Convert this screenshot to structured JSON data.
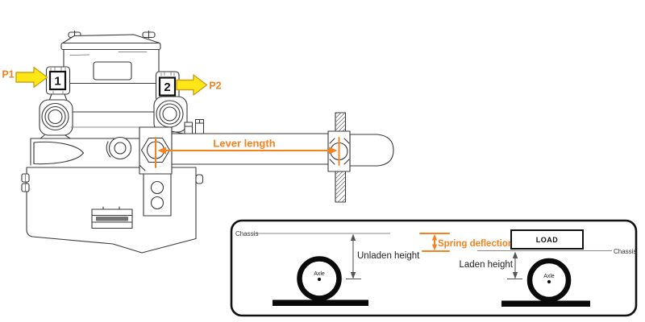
{
  "colors": {
    "accent_orange": "#F5821F",
    "arrow_yellow_fill": "#FFE715",
    "arrow_yellow_outline": "#C9A21C",
    "line_art": "#3a3a3a",
    "inset_border": "#111111"
  },
  "valve": {
    "p1_label": "P1",
    "p2_label": "P2",
    "port1_label": "1",
    "port2_label": "2",
    "lever_length_label": "Lever length"
  },
  "inset": {
    "unladen": {
      "chassis_label": "Chassis",
      "height_label": "Unladen height",
      "axle_label": "Axle"
    },
    "laden": {
      "chassis_label": "Chassis",
      "height_label": "Laden height",
      "axle_label": "Axle",
      "load_label": "LOAD"
    },
    "spring_deflection_label": "Spring deflection"
  }
}
